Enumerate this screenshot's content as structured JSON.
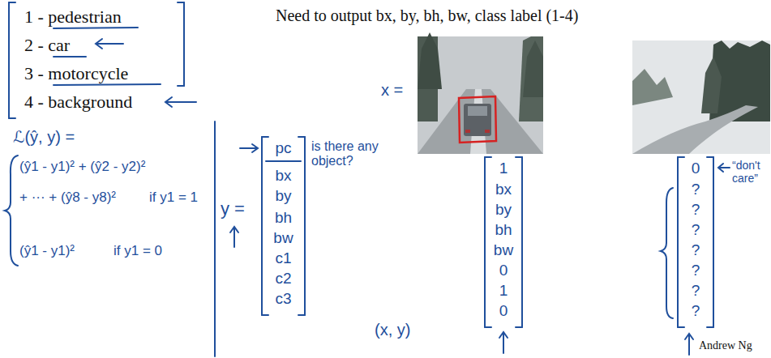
{
  "diagram": {
    "nodes": [
      {
        "text": [
          "1 - pedestrian",
          "2 - car",
          "3 - motorcycle",
          "4 - background"
        ]
      },
      {
        "text": [
          "pc",
          "bx",
          "by",
          "bh",
          "bw",
          "c1",
          "c2",
          "c3"
        ]
      },
      {
        "text": [
          "1",
          "bx",
          "by",
          "bh",
          "bw",
          "0",
          "1",
          "0"
        ]
      },
      {
        "text": [
          "0",
          "?",
          "?",
          "?",
          "?",
          "?",
          "?",
          "?"
        ]
      }
    ],
    "labels": [
      "Need to output bx, by, bh, bw, class label (1-4)",
      "ℒ(ŷ, y) =",
      "(ŷ1 - y1)² + (ŷ2 - y2)²",
      "+ ··· + (ŷ8 - y8)²",
      "if y1 = 1",
      "(ŷ1 - y1)²",
      "if y1 = 0",
      "y =",
      "is there any object?",
      "x =",
      "(x, y)",
      "“don't care”",
      "Andrew Ng"
    ]
  }
}
